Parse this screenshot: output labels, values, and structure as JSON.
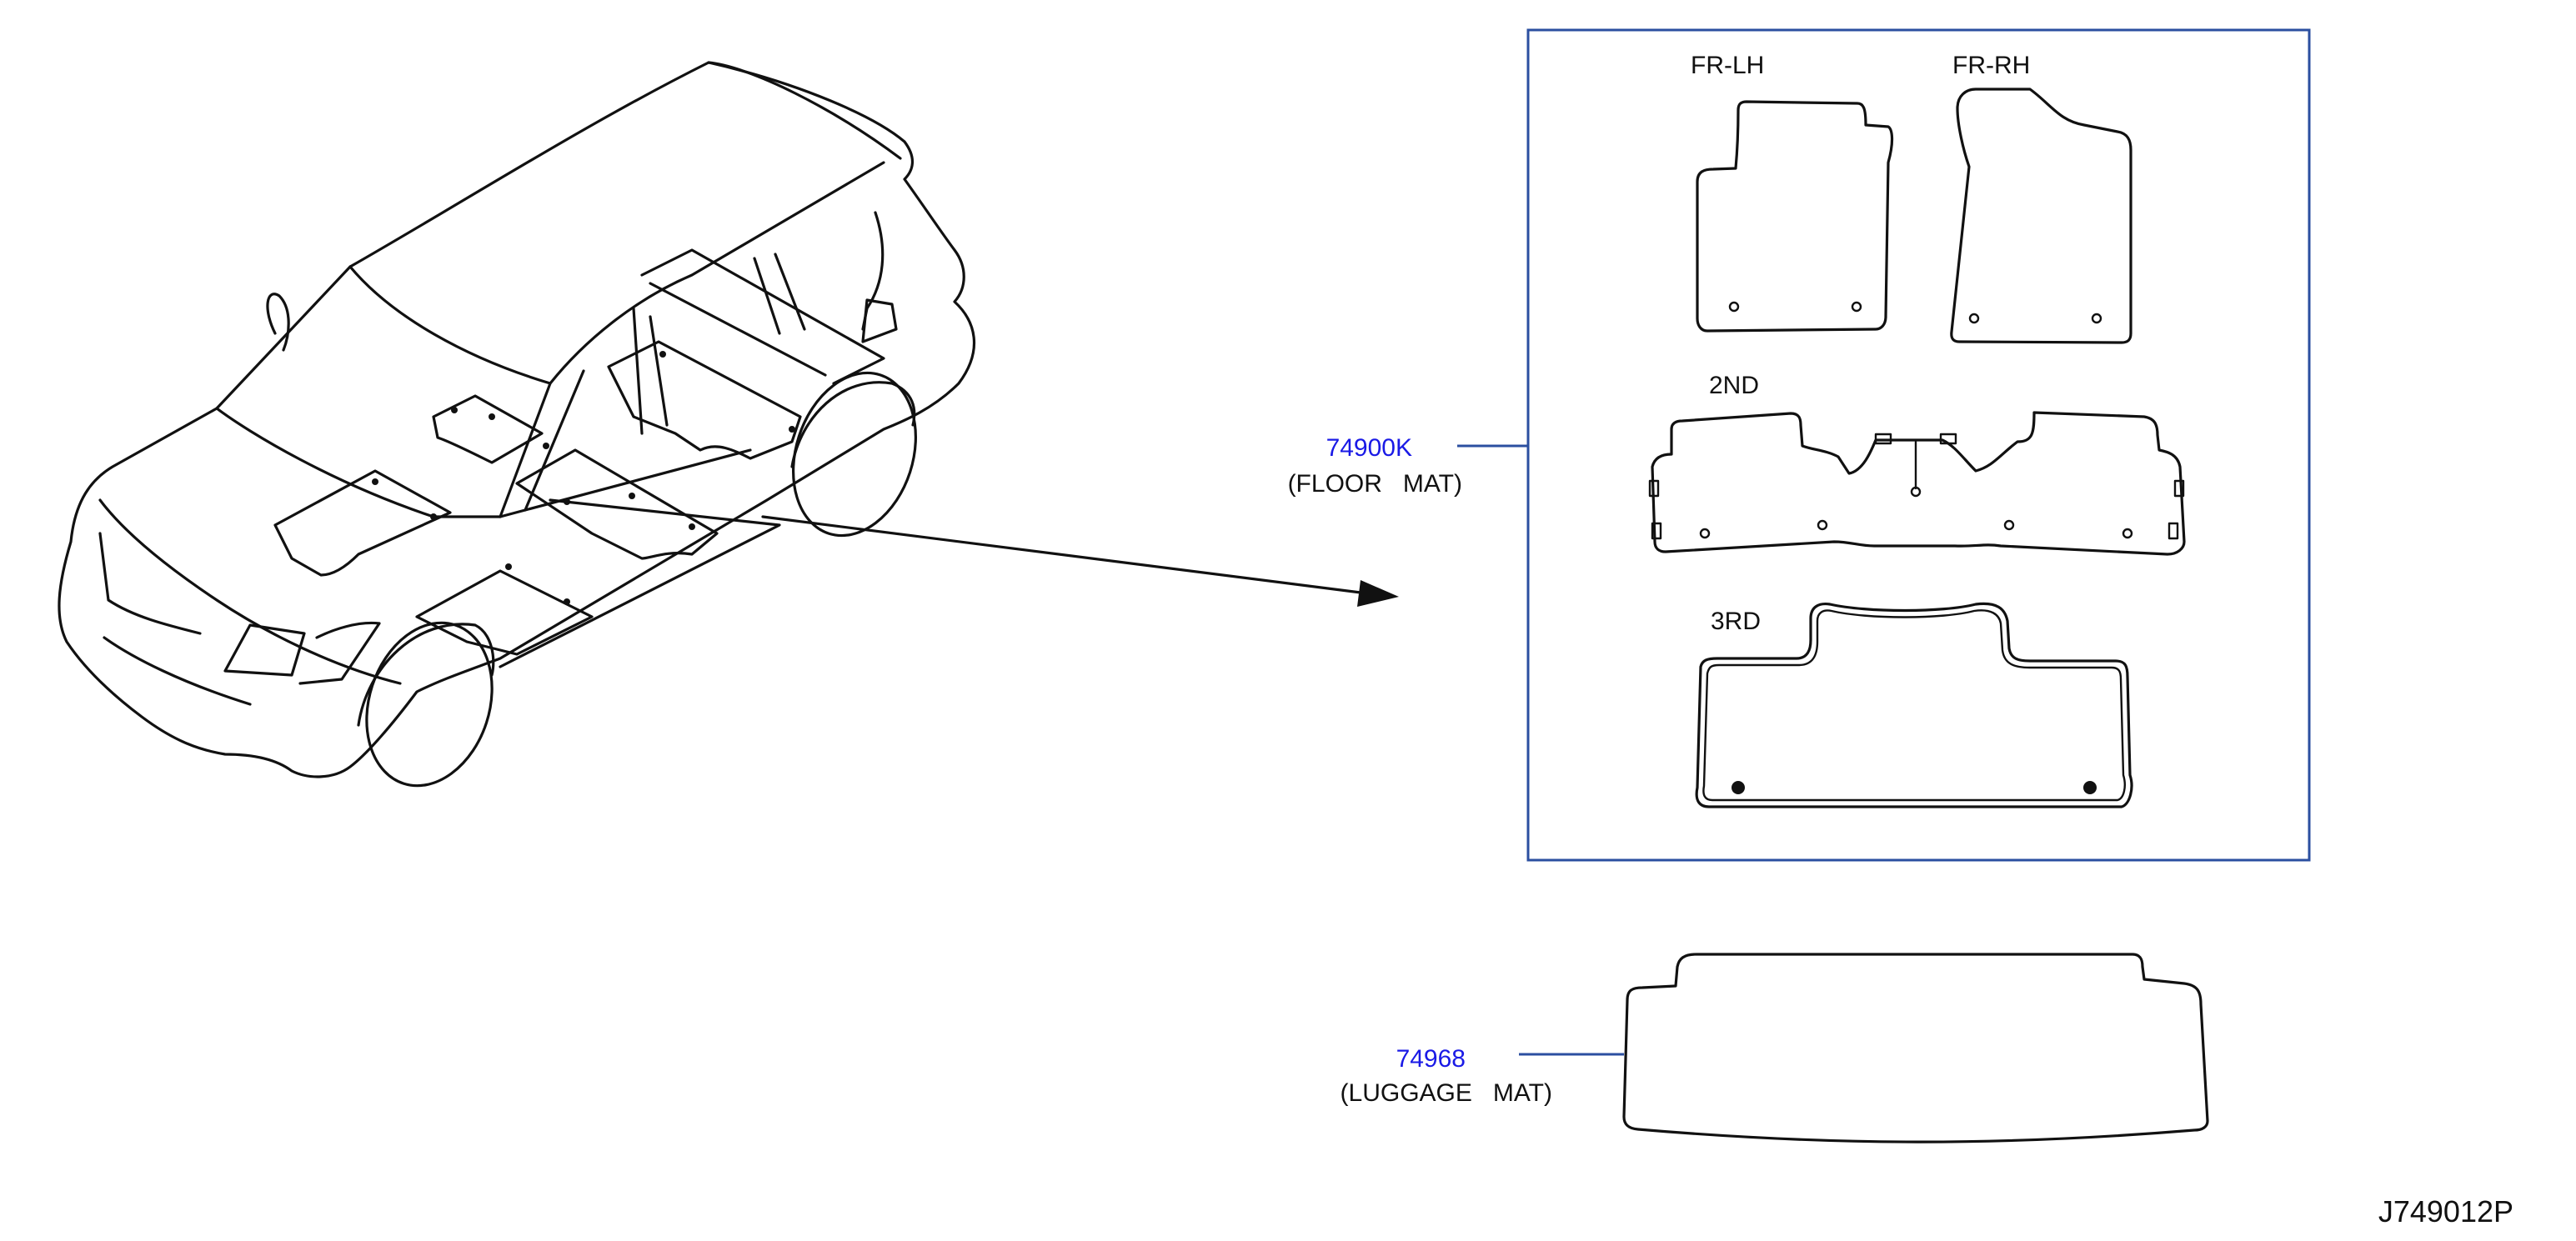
{
  "colors": {
    "line": "#111111",
    "frame": "#2b4fa0",
    "part_number": "#1a1ae6"
  },
  "floor_mat": {
    "part_number": "74900K",
    "name": "(FLOOR   MAT)",
    "positions": {
      "front_left": "FR-LH",
      "front_right": "FR-RH",
      "second_row": "2ND",
      "third_row": "3RD"
    }
  },
  "luggage_mat": {
    "part_number": "74968",
    "name": "(LUGGAGE   MAT)"
  },
  "figure_code": "J749012P"
}
